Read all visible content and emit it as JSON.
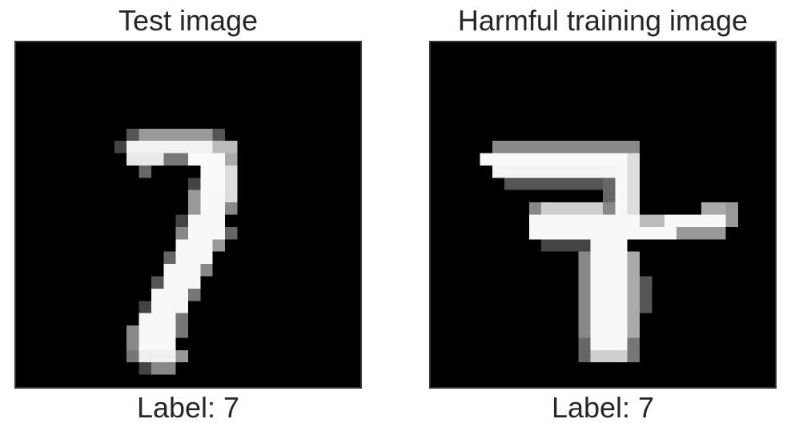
{
  "panels": [
    {
      "title": "Test image",
      "label": "Label: 7",
      "image": "handwritten-digit-seven"
    },
    {
      "title": "Harmful training image",
      "label": "Label: 7",
      "image": "handwritten-digit-seven-crossed"
    }
  ],
  "colors": {
    "background": "#000000",
    "stroke": "#f8f8f8",
    "frame": "#333333",
    "text": "#262626"
  }
}
